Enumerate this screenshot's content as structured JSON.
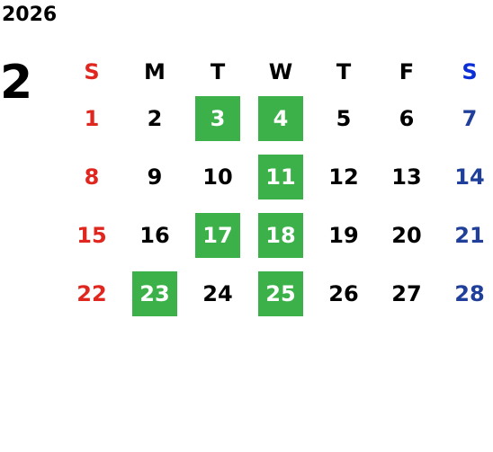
{
  "year": "2026",
  "month": "2",
  "weekdays": [
    "S",
    "M",
    "T",
    "W",
    "T",
    "F",
    "S"
  ],
  "weeks": [
    [
      {
        "day": "1",
        "highlighted": false
      },
      {
        "day": "2",
        "highlighted": false
      },
      {
        "day": "3",
        "highlighted": true
      },
      {
        "day": "4",
        "highlighted": true
      },
      {
        "day": "5",
        "highlighted": false
      },
      {
        "day": "6",
        "highlighted": false
      },
      {
        "day": "7",
        "highlighted": false
      }
    ],
    [
      {
        "day": "8",
        "highlighted": false
      },
      {
        "day": "9",
        "highlighted": false
      },
      {
        "day": "10",
        "highlighted": false
      },
      {
        "day": "11",
        "highlighted": true
      },
      {
        "day": "12",
        "highlighted": false
      },
      {
        "day": "13",
        "highlighted": false
      },
      {
        "day": "14",
        "highlighted": false
      }
    ],
    [
      {
        "day": "15",
        "highlighted": false
      },
      {
        "day": "16",
        "highlighted": false
      },
      {
        "day": "17",
        "highlighted": true
      },
      {
        "day": "18",
        "highlighted": true
      },
      {
        "day": "19",
        "highlighted": false
      },
      {
        "day": "20",
        "highlighted": false
      },
      {
        "day": "21",
        "highlighted": false
      }
    ],
    [
      {
        "day": "22",
        "highlighted": false
      },
      {
        "day": "23",
        "highlighted": true
      },
      {
        "day": "24",
        "highlighted": false
      },
      {
        "day": "25",
        "highlighted": true
      },
      {
        "day": "26",
        "highlighted": false
      },
      {
        "day": "27",
        "highlighted": false
      },
      {
        "day": "28",
        "highlighted": false
      }
    ]
  ],
  "colors": {
    "sunday": "#e0271f",
    "saturday": "#1f3f9a",
    "saturday_header": "#0a2fd6",
    "highlight": "#3cb14a"
  }
}
